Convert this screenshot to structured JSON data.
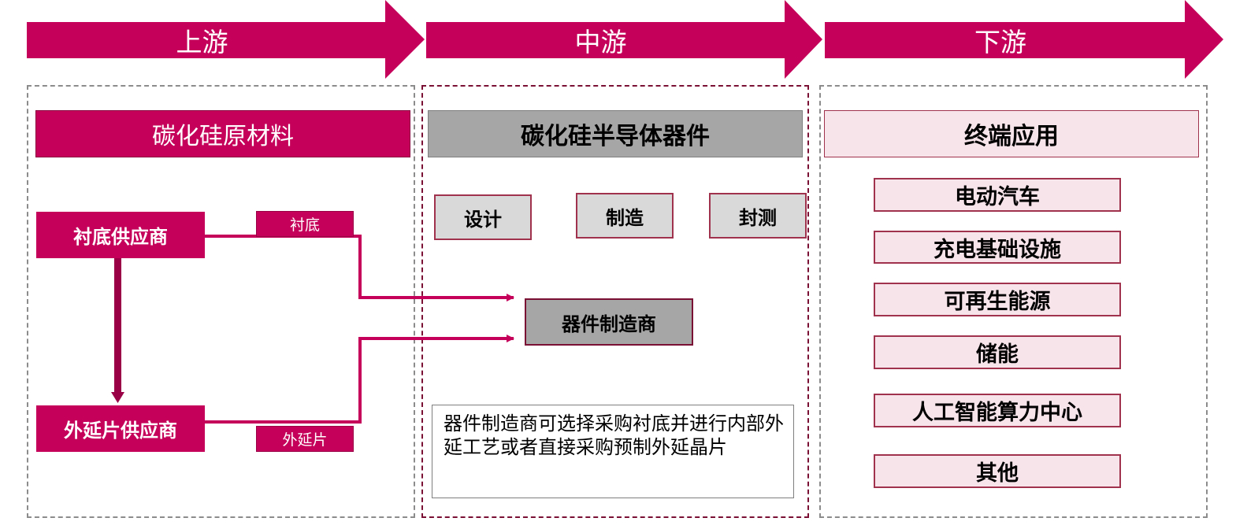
{
  "stages": [
    {
      "label": "上游"
    },
    {
      "label": "中游"
    },
    {
      "label": "下游"
    }
  ],
  "upstream": {
    "header": "碳化硅原材料",
    "substrate_supplier": "衬底供应商",
    "epi_supplier": "外延片供应商",
    "substrate_tag": "衬底",
    "epi_tag": "外延片"
  },
  "midstream": {
    "header": "碳化硅半导体器件",
    "steps": [
      "设计",
      "制造",
      "封测"
    ],
    "manufacturer": "器件制造商",
    "note": "器件制造商可选择采购衬底并进行内部外延工艺或者直接采购预制外延晶片"
  },
  "downstream": {
    "header": "终端应用",
    "applications": [
      "电动汽车",
      "充电基础设施",
      "可再生能源",
      "储能",
      "人工智能算力中心",
      "其他"
    ]
  },
  "colors": {
    "accent": "#c5005a",
    "gray": "#a6a6a6",
    "light_gray": "#d9d9d9",
    "pink": "#f7e4ea"
  }
}
